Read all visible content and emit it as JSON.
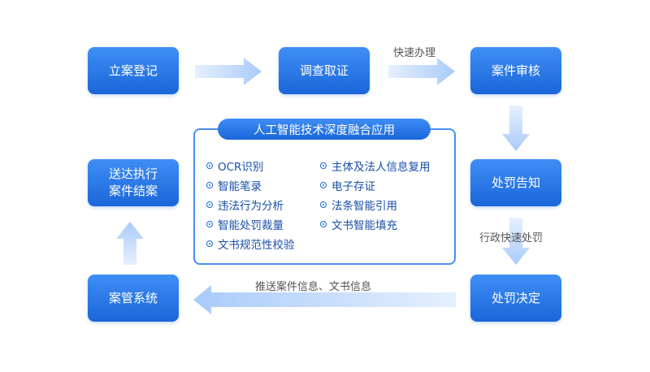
{
  "nodes": {
    "register": "立案登记",
    "investigate": "调查取证",
    "review": "案件审核",
    "notify": "处罚告知",
    "decision": "处罚决定",
    "management": "案管系统",
    "delivery": "送达执行\n案件结案"
  },
  "edge_labels": {
    "fast_processing": "快速办理",
    "admin_fast_penalty": "行政快速处罚",
    "push_info": "推送案件信息、文书信息"
  },
  "ai_panel": {
    "title": "人工智能技术深度融合应用",
    "left_items": [
      "OCR识别",
      "智能笔录",
      "违法行为分析",
      "智能处罚裁量",
      "文书规范性校验"
    ],
    "right_items": [
      "主体及法人信息复用",
      "电子存证",
      "法条智能引用",
      "文书智能填充"
    ]
  },
  "colors": {
    "node_fill": "#1a66d9",
    "arrow_fill": "#b5d2fa",
    "panel_border": "#4a8ff0"
  }
}
